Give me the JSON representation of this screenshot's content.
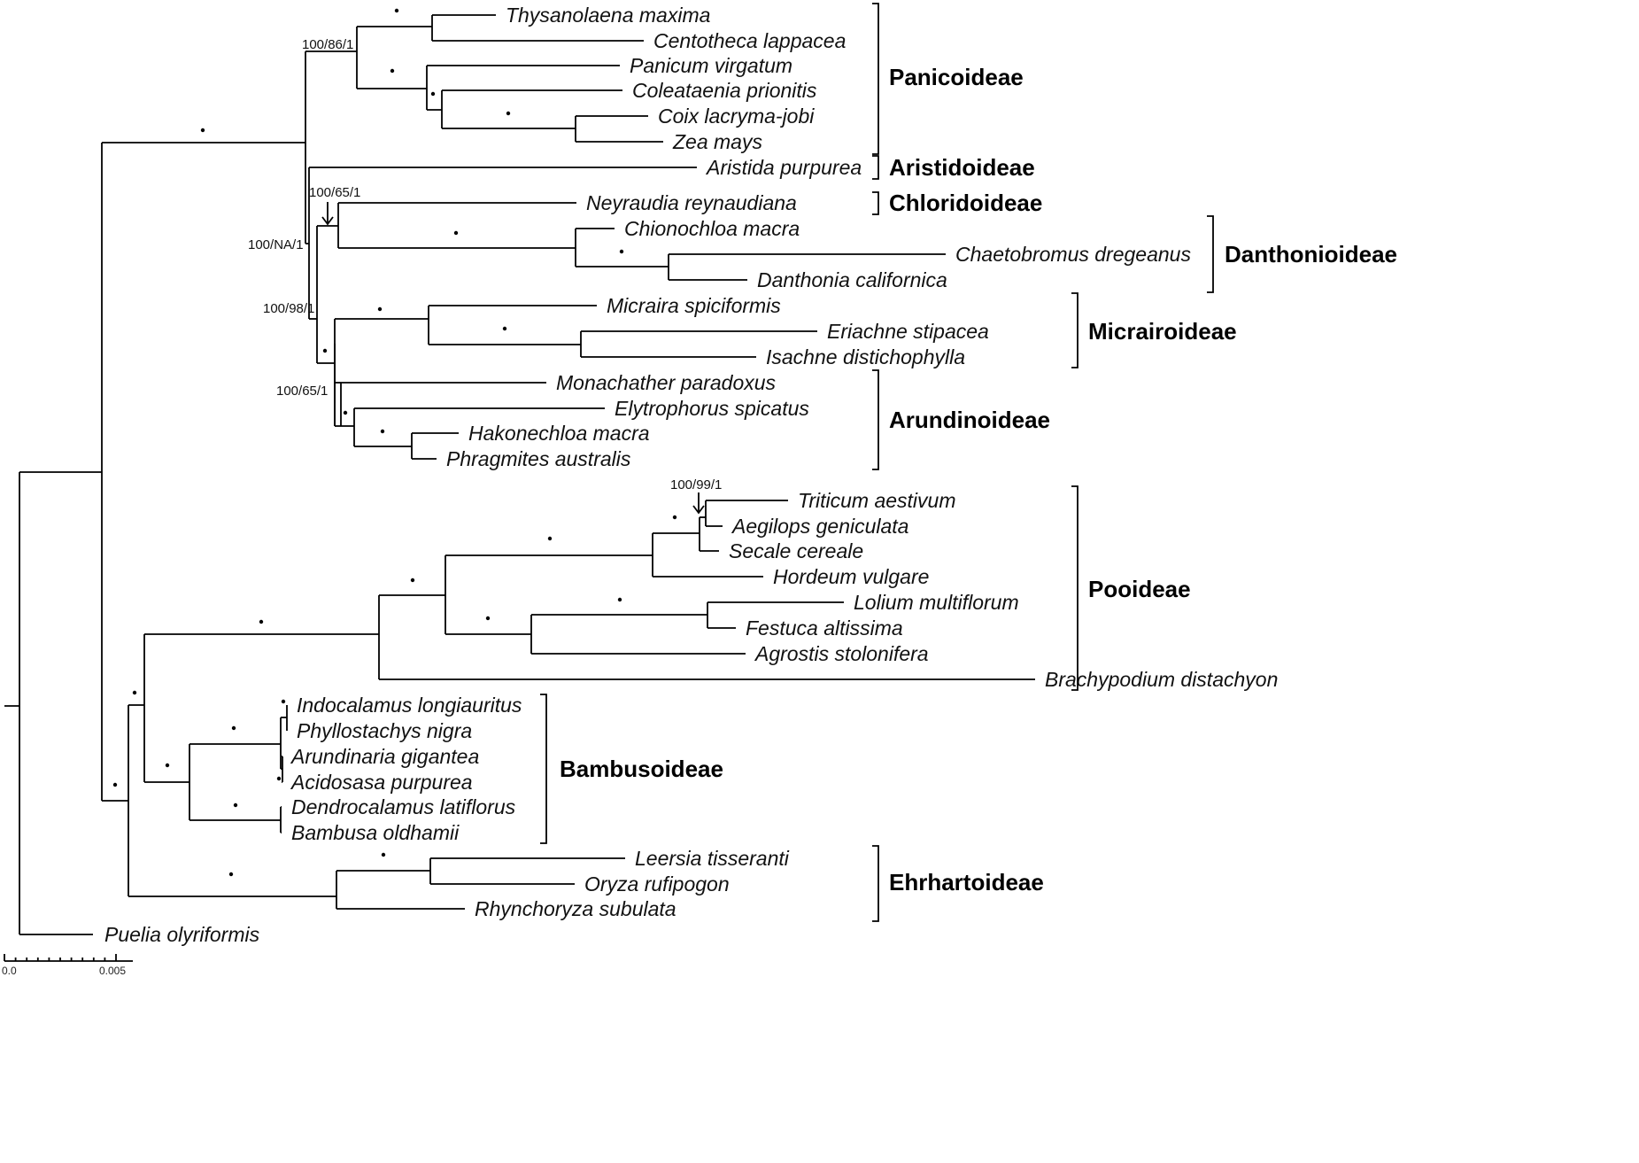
{
  "taxa": [
    "Thysanolaena maxima",
    "Centotheca lappacea",
    "Panicum virgatum",
    "Coleataenia prionitis",
    "Coix lacryma-jobi",
    "Zea mays",
    "Aristida purpurea",
    "Neyraudia reynaudiana",
    "Chionochloa macra",
    "Chaetobromus dregeanus",
    "Danthonia californica",
    "Micraira spiciformis",
    "Eriachne stipacea",
    "Isachne distichophylla",
    "Monachather paradoxus",
    "Elytrophorus spicatus",
    "Hakonechloa macra",
    "Phragmites australis",
    "Triticum aestivum",
    "Aegilops geniculata",
    "Secale cereale",
    "Hordeum vulgare",
    "Lolium multiflorum",
    "Festuca altissima",
    "Agrostis stolonifera",
    "Brachypodium distachyon",
    "Indocalamus longiauritus",
    "Phyllostachys nigra",
    "Arundinaria gigantea",
    "Acidosasa purpurea",
    "Dendrocalamus latiflorus",
    "Bambusa oldhamii",
    "Leersia tisseranti",
    "Oryza rufipogon",
    "Rhynchoryza subulata",
    "Puelia olyriformis"
  ],
  "clades": [
    "Panicoideae",
    "Aristidoideae",
    "Chloridoideae",
    "Danthonioideae",
    "Micrairoideae",
    "Arundinoideae",
    "Pooideae",
    "Bambusoideae",
    "Ehrhartoideae"
  ],
  "support_values": {
    "panicoid_node": "100/86/1",
    "chloridoid_danthonioid_node": "100/65/1",
    "pacmad_node": "100/NA/1",
    "micrairoid_arundinoid_node": "100/98/1",
    "arundinoid_node": "100/65/1",
    "triticeae_node": "100/99/1"
  },
  "scale_bar": {
    "labels": [
      "0.0",
      "0.005"
    ]
  }
}
